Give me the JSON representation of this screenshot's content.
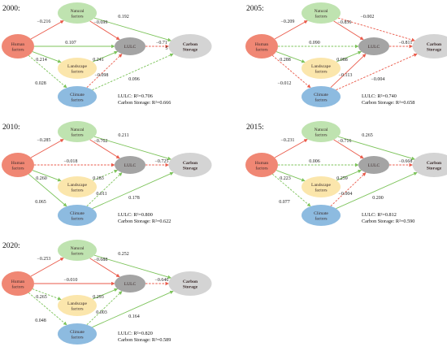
{
  "colors": {
    "positive": "#7cc35a",
    "negative": "#ea5a4a",
    "human": "#f08774",
    "natural": "#bfe3b0",
    "landscape": "#fbe6ac",
    "climate": "#8dbbe0",
    "lulc": "#a4a4a4",
    "carbon": "#d4d4d4"
  },
  "nodes": {
    "human": "Human factors",
    "natural": "Natural factors",
    "landscape": "Landscape factors",
    "climate": "Climate factors",
    "lulc": "LULC",
    "carbon": "Carbon Storage"
  },
  "panels": [
    {
      "year": "2000:",
      "r2_lulc": "LULC: R²=0.706",
      "r2_carbon": "Carbon Storage: R²=0.666",
      "edges": [
        {
          "from": "human",
          "to": "natural",
          "label": "−0.216",
          "sign": "neg",
          "dashed": false
        },
        {
          "from": "natural",
          "to": "lulc",
          "label": "−0.699",
          "sign": "neg",
          "dashed": false
        },
        {
          "from": "natural",
          "to": "carbon",
          "label": "0.192",
          "sign": "pos",
          "dashed": false
        },
        {
          "from": "human",
          "to": "lulc",
          "label": "0.107",
          "sign": "pos",
          "dashed": false
        },
        {
          "from": "lulc",
          "to": "carbon",
          "label": "−0.71 5",
          "sign": "neg",
          "dashed": true
        },
        {
          "from": "human",
          "to": "landscape",
          "label": "0.214",
          "sign": "pos",
          "dashed": false
        },
        {
          "from": "landscape",
          "to": "lulc",
          "label": "0.241",
          "sign": "pos",
          "dashed": false
        },
        {
          "from": "human",
          "to": "climate",
          "label": "0.028",
          "sign": "pos",
          "dashed": true
        },
        {
          "from": "climate",
          "to": "lulc",
          "label": "−0.098",
          "sign": "neg",
          "dashed": true
        },
        {
          "from": "climate",
          "to": "carbon",
          "label": "0.096",
          "sign": "pos",
          "dashed": true
        }
      ]
    },
    {
      "year": "2005:",
      "r2_lulc": "LULC: R²=0.740",
      "r2_carbon": "Carbon Storage: R²=0.658",
      "edges": [
        {
          "from": "human",
          "to": "natural",
          "label": "−0.209",
          "sign": "neg",
          "dashed": false
        },
        {
          "from": "natural",
          "to": "lulc",
          "label": "−0.856",
          "sign": "neg",
          "dashed": false
        },
        {
          "from": "natural",
          "to": "carbon",
          "label": "−0.002",
          "sign": "neg",
          "dashed": true
        },
        {
          "from": "human",
          "to": "lulc",
          "label": "0.090",
          "sign": "pos",
          "dashed": true
        },
        {
          "from": "lulc",
          "to": "carbon",
          "label": "−0.811",
          "sign": "neg",
          "dashed": true
        },
        {
          "from": "human",
          "to": "landscape",
          "label": "0.288",
          "sign": "pos",
          "dashed": false
        },
        {
          "from": "landscape",
          "to": "lulc",
          "label": "0.088",
          "sign": "pos",
          "dashed": false
        },
        {
          "from": "human",
          "to": "climate",
          "label": "−0.012",
          "sign": "neg",
          "dashed": true
        },
        {
          "from": "climate",
          "to": "lulc",
          "label": "−0.113",
          "sign": "neg",
          "dashed": false
        },
        {
          "from": "climate",
          "to": "carbon",
          "label": "−0.004",
          "sign": "neg",
          "dashed": true
        }
      ]
    },
    {
      "year": "2010:",
      "r2_lulc": "LULC: R²=0.800",
      "r2_carbon": "Carbon Storage: R²=0.622",
      "edges": [
        {
          "from": "human",
          "to": "natural",
          "label": "−0.285",
          "sign": "neg",
          "dashed": false
        },
        {
          "from": "natural",
          "to": "lulc",
          "label": "−0.762",
          "sign": "neg",
          "dashed": false
        },
        {
          "from": "natural",
          "to": "carbon",
          "label": "0.211",
          "sign": "pos",
          "dashed": false
        },
        {
          "from": "human",
          "to": "lulc",
          "label": "−0.018",
          "sign": "neg",
          "dashed": true
        },
        {
          "from": "lulc",
          "to": "carbon",
          "label": "−0.725",
          "sign": "neg",
          "dashed": true
        },
        {
          "from": "human",
          "to": "landscape",
          "label": "0.260",
          "sign": "pos",
          "dashed": false
        },
        {
          "from": "landscape",
          "to": "lulc",
          "label": "0.183",
          "sign": "pos",
          "dashed": true
        },
        {
          "from": "human",
          "to": "climate",
          "label": "0.065",
          "sign": "pos",
          "dashed": false
        },
        {
          "from": "climate",
          "to": "lulc",
          "label": "0.011",
          "sign": "pos",
          "dashed": true
        },
        {
          "from": "climate",
          "to": "carbon",
          "label": "0.178",
          "sign": "pos",
          "dashed": false
        }
      ]
    },
    {
      "year": "2015:",
      "r2_lulc": "LULC: R²=0.812",
      "r2_carbon": "Carbon Storage: R²=0.590",
      "edges": [
        {
          "from": "human",
          "to": "natural",
          "label": "−0.231",
          "sign": "neg",
          "dashed": false
        },
        {
          "from": "natural",
          "to": "lulc",
          "label": "−0.716",
          "sign": "neg",
          "dashed": false
        },
        {
          "from": "natural",
          "to": "carbon",
          "label": "0.265",
          "sign": "pos",
          "dashed": false
        },
        {
          "from": "human",
          "to": "lulc",
          "label": "0.006",
          "sign": "pos",
          "dashed": true
        },
        {
          "from": "lulc",
          "to": "carbon",
          "label": "−0.668",
          "sign": "neg",
          "dashed": true
        },
        {
          "from": "human",
          "to": "landscape",
          "label": "0.223",
          "sign": "pos",
          "dashed": false
        },
        {
          "from": "landscape",
          "to": "lulc",
          "label": "0.259",
          "sign": "pos",
          "dashed": false
        },
        {
          "from": "human",
          "to": "climate",
          "label": "0.077",
          "sign": "pos",
          "dashed": true
        },
        {
          "from": "climate",
          "to": "lulc",
          "label": "−0.004",
          "sign": "neg",
          "dashed": true
        },
        {
          "from": "climate",
          "to": "carbon",
          "label": "0.200",
          "sign": "pos",
          "dashed": false
        }
      ]
    },
    {
      "year": "2020:",
      "r2_lulc": "LULC: R²=0.820",
      "r2_carbon": "Carbon Storage: R²=0.589",
      "edges": [
        {
          "from": "human",
          "to": "natural",
          "label": "−0.253",
          "sign": "neg",
          "dashed": false
        },
        {
          "from": "natural",
          "to": "lulc",
          "label": "−0.688",
          "sign": "neg",
          "dashed": false
        },
        {
          "from": "natural",
          "to": "carbon",
          "label": "0.252",
          "sign": "pos",
          "dashed": false
        },
        {
          "from": "human",
          "to": "lulc",
          "label": "−0.010",
          "sign": "neg",
          "dashed": false
        },
        {
          "from": "lulc",
          "to": "carbon",
          "label": "−0.646",
          "sign": "neg",
          "dashed": true
        },
        {
          "from": "human",
          "to": "landscape",
          "label": "0.265",
          "sign": "pos",
          "dashed": true
        },
        {
          "from": "landscape",
          "to": "lulc",
          "label": "0.293",
          "sign": "pos",
          "dashed": false
        },
        {
          "from": "human",
          "to": "climate",
          "label": "0.048",
          "sign": "pos",
          "dashed": true
        },
        {
          "from": "climate",
          "to": "lulc",
          "label": "0.003",
          "sign": "pos",
          "dashed": true
        },
        {
          "from": "climate",
          "to": "carbon",
          "label": "0.164",
          "sign": "pos",
          "dashed": false
        }
      ]
    }
  ]
}
